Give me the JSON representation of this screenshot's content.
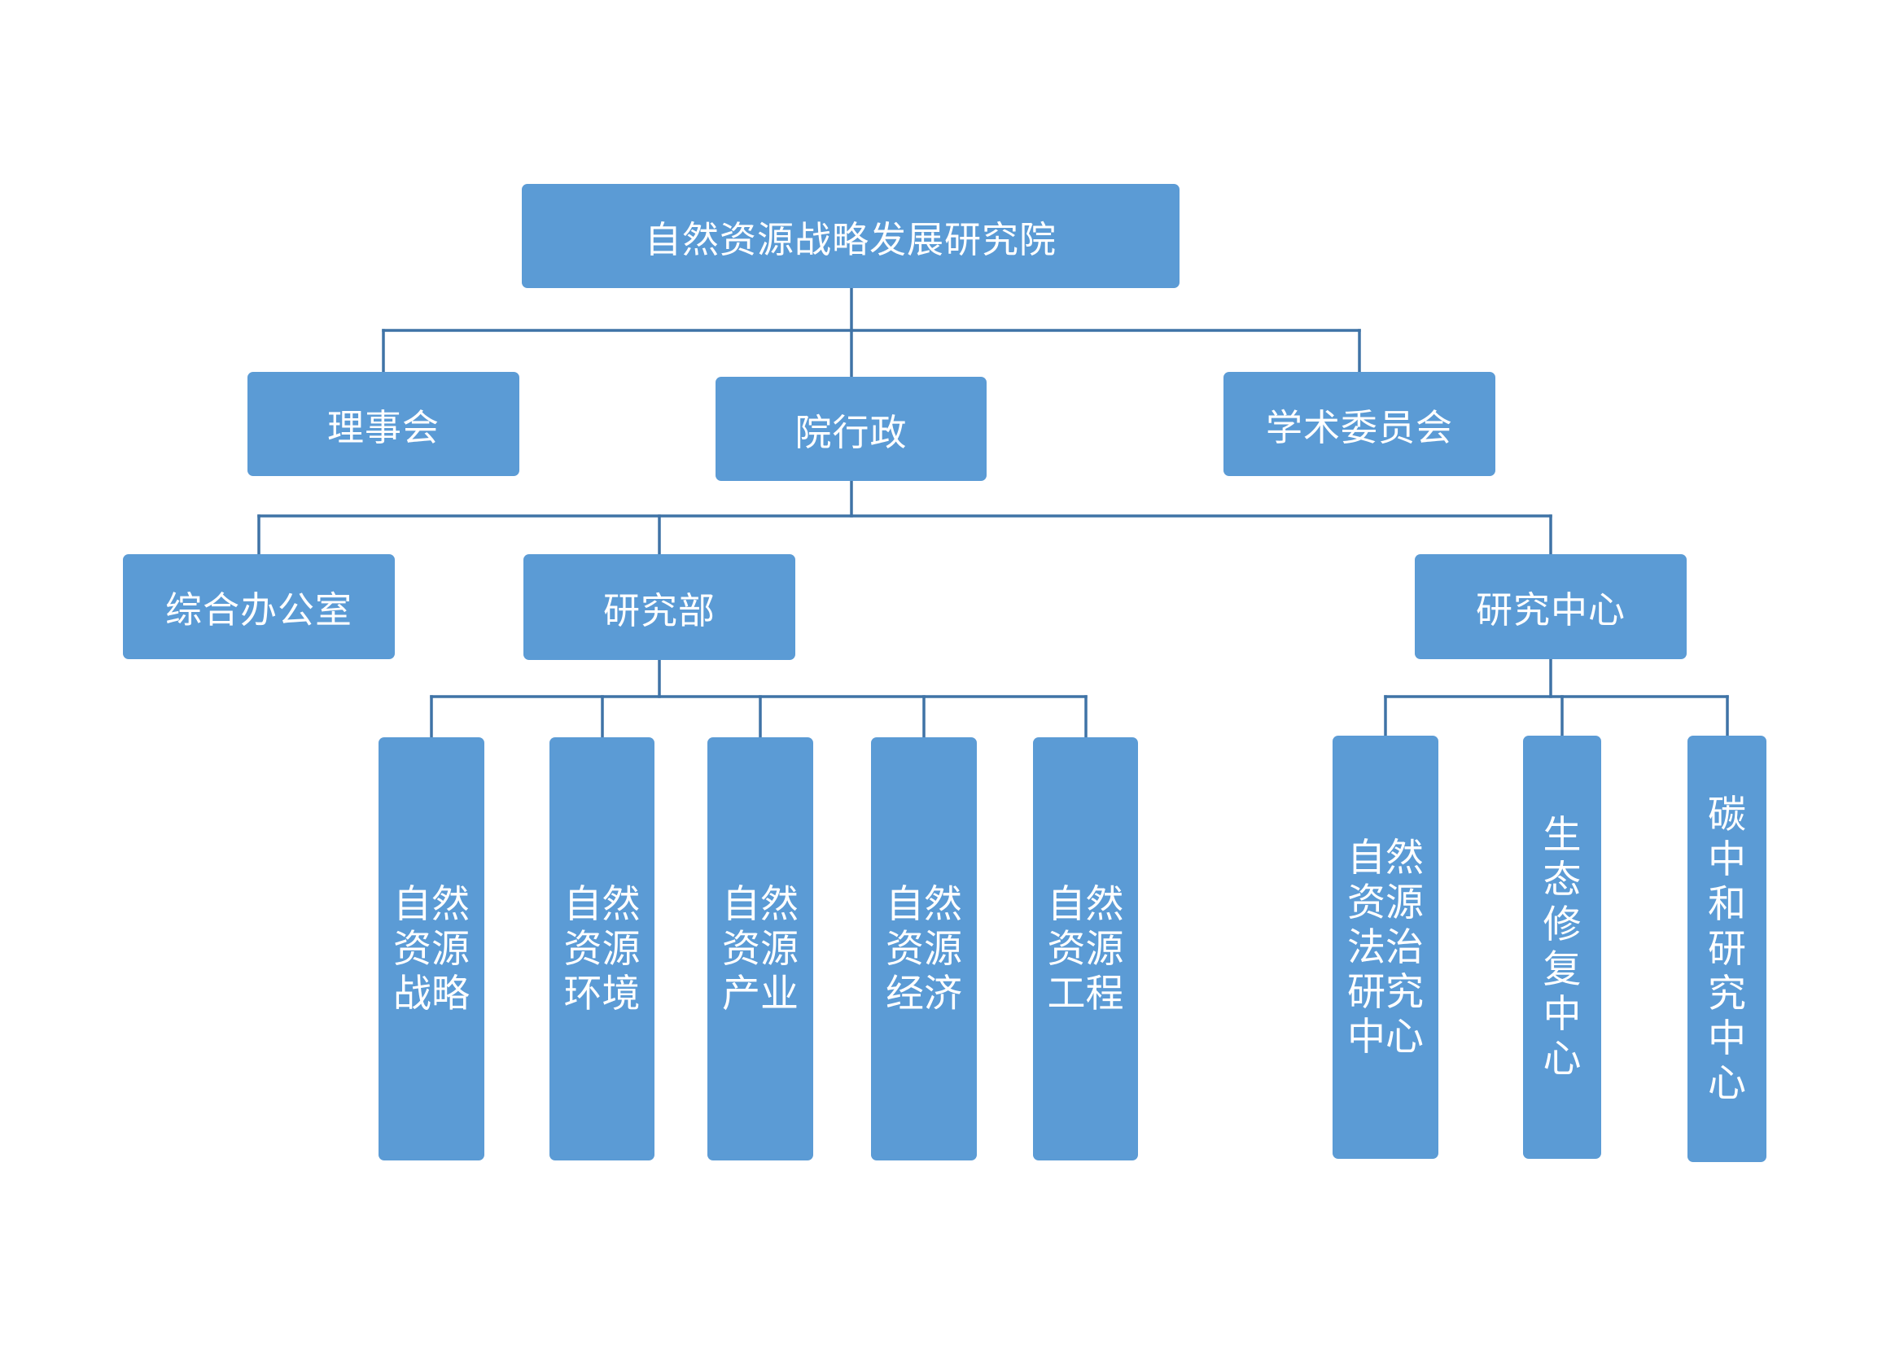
{
  "nodes": {
    "root": "自然资源战略发展研究院",
    "board": "理事会",
    "administration": "院行政",
    "academic_committee": "学术委员会",
    "general_office": "综合办公室",
    "research_department": "研究部",
    "research_center": "研究中心",
    "dept_strategy": "自然资源战略",
    "dept_environment": "自然资源环境",
    "dept_industry": "自然资源产业",
    "dept_economy": "自然资源经济",
    "dept_engineering": "自然资源工程",
    "center_law": "自然资源法治研究中心",
    "center_ecology": "生态修复中心",
    "center_carbon": "碳中和研究中心"
  },
  "colors": {
    "box_fill": "#5b9bd5",
    "connector": "#3f73a6",
    "text": "#ffffff",
    "background": "#ffffff"
  }
}
